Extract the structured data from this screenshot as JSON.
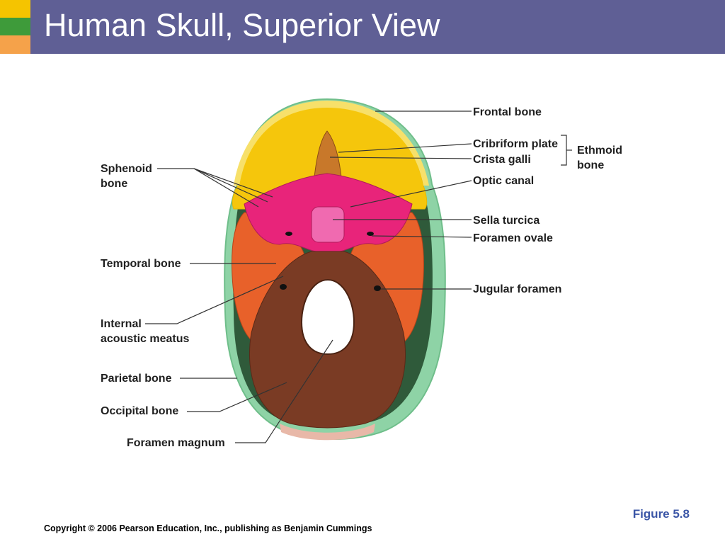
{
  "slide": {
    "title": "Human Skull, Superior View",
    "figure_label": "Figure 5.8",
    "copyright": "Copyright © 2006 Pearson Education, Inc., publishing as Benjamin Cummings"
  },
  "colors": {
    "title_bar": "#5f5f95",
    "corner_squares": [
      "#f5c400",
      "#3e9b3a",
      "#f5a24a"
    ],
    "frontal": "#f5c60c",
    "sphenoid": "#e8247a",
    "temporal": "#e8612a",
    "occipital": "#7a3b24",
    "parietal": "#8ed3a6"
  },
  "diagram": {
    "labels": {
      "frontal_bone": "Frontal bone",
      "cribriform_plate": "Cribriform plate",
      "crista_galli": "Crista galli",
      "ethmoid_line1": "Ethmoid",
      "ethmoid_line2": "bone",
      "optic_canal": "Optic canal",
      "sella_turcica": "Sella turcica",
      "foramen_ovale": "Foramen ovale",
      "jugular_foramen": "Jugular foramen",
      "sphenoid_line1": "Sphenoid",
      "sphenoid_line2": "bone",
      "temporal_bone": "Temporal bone",
      "internal_line1": "Internal",
      "internal_line2": "acoustic meatus",
      "parietal_bone": "Parietal bone",
      "occipital_bone": "Occipital bone",
      "foramen_magnum": "Foramen magnum"
    }
  }
}
